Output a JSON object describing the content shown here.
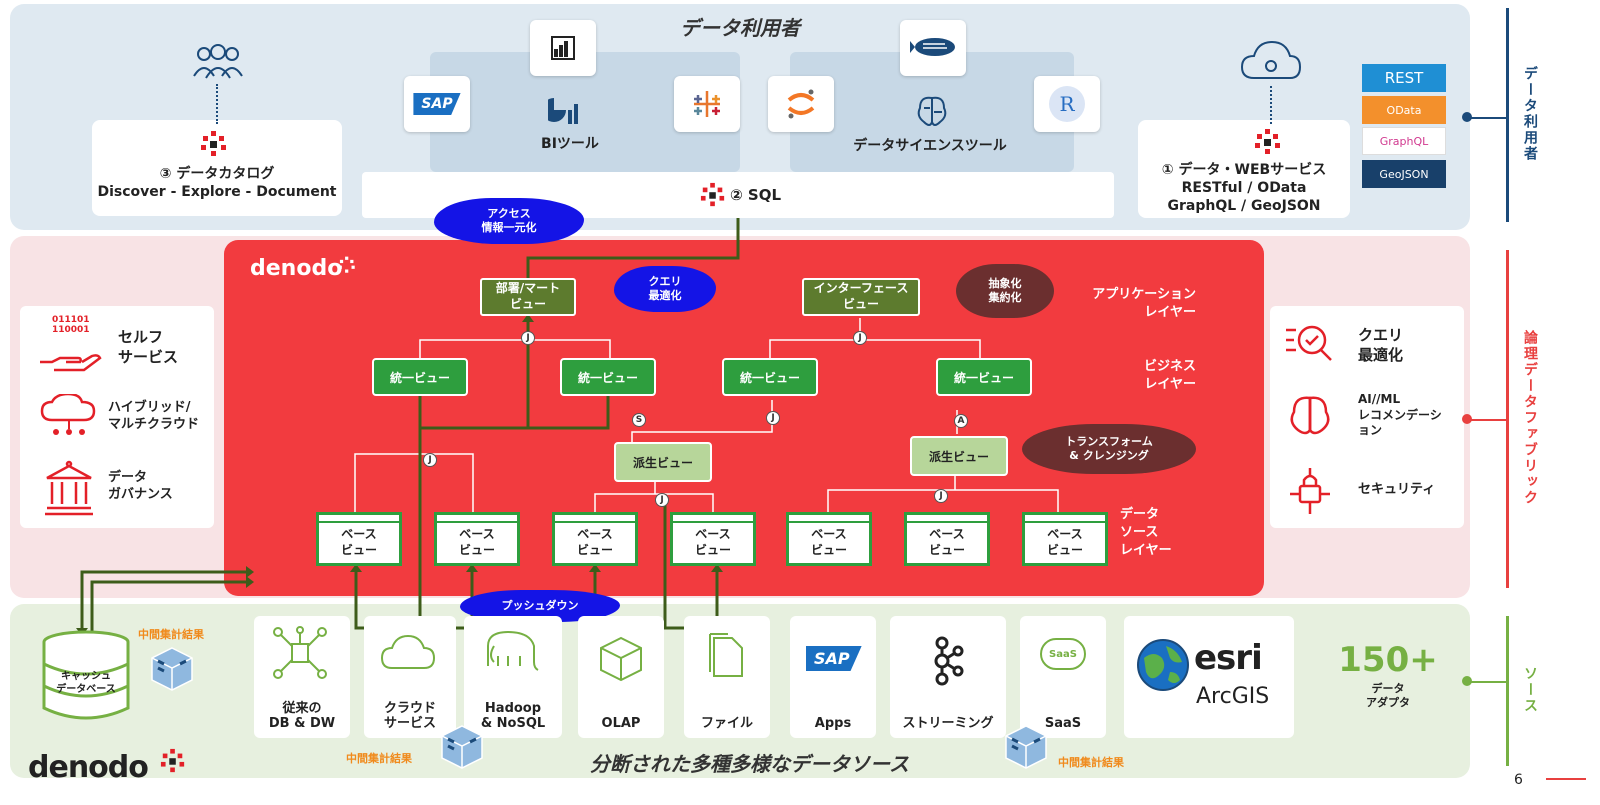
{
  "top": {
    "title": "データ利用者",
    "catalog_label_1": "③ データカタログ",
    "catalog_label_2": "Discover - Explore - Document",
    "bi_label": "BIツール",
    "ds_label": "データサイエンスツール",
    "sql_label": "② SQL",
    "web_label_1": "① データ・WEBサービス",
    "web_label_2": "RESTful / OData",
    "web_label_3": "GraphQL / GeoJSON",
    "api_rest": "REST",
    "api_odata": "OData",
    "api_graphql": "GraphQL",
    "api_geojson": "GeoJSON",
    "access_cloud": "アクセス\n情報一元化",
    "r_letter": "R",
    "sap": "SAP"
  },
  "middle": {
    "logo": "denodo",
    "left_cards": [
      {
        "label": "セルフ\nサービス",
        "code": "011101\n110001"
      },
      {
        "label": "ハイブリッド/\nマルチクラウド"
      },
      {
        "label": "データ\nガバナンス"
      }
    ],
    "right_cards": [
      {
        "label": "クエリ\n最適化"
      },
      {
        "label": "AI//ML\nレコメンデーシ\nョン"
      },
      {
        "label": "セキュリティ"
      }
    ],
    "app_view_1": "部署/マート\nビュー",
    "app_view_2": "インターフェース\nビュー",
    "unified_view": "統一ビュー",
    "derived_view": "派生ビュー",
    "base_view": "ベース\nビュー",
    "cloud_query": "クエリ\n最適化",
    "cloud_abstract": "抽象化\n集約化",
    "cloud_transform": "トランスフォーム\n& クレンジング",
    "cloud_pushdown": "プッシュダウン",
    "layer_app": "アプリケーション\nレイヤー",
    "layer_biz": "ビジネス\nレイヤー",
    "layer_src": "データ\nソース\nレイヤー",
    "badges": {
      "j": "J",
      "s": "S",
      "a": "A"
    }
  },
  "bottom": {
    "cache_label": "キャッシュ\nデータベース",
    "intermediate": "中間集計結果",
    "sources": [
      "従来の\nDB & DW",
      "クラウド\nサービス",
      "Hadoop\n& NoSQL",
      "OLAP",
      "ファイル",
      "Apps",
      "ストリーミング",
      "SaaS"
    ],
    "esri_1": "esri",
    "esri_2": "ArcGIS",
    "adapters_count": "150+",
    "adapters_label": "データ\nアダプタ",
    "footer_title": "分断された多種多様なデータソース",
    "saas_icon": "SaaS",
    "logo": "denodo"
  },
  "side_labels": {
    "top": "データ利用者",
    "middle": "論理データファブリック",
    "bottom": "ソース"
  },
  "page_number": "6",
  "colors": {
    "top_bg": "#dfe9f1",
    "mid_bg": "#f8e3e5",
    "bot_bg": "#e7f0df",
    "red": "#f23b3f",
    "green": "#2e9e3e",
    "olive": "#5d7b2e",
    "navy": "#1b4a7a",
    "lime": "#76b043"
  }
}
